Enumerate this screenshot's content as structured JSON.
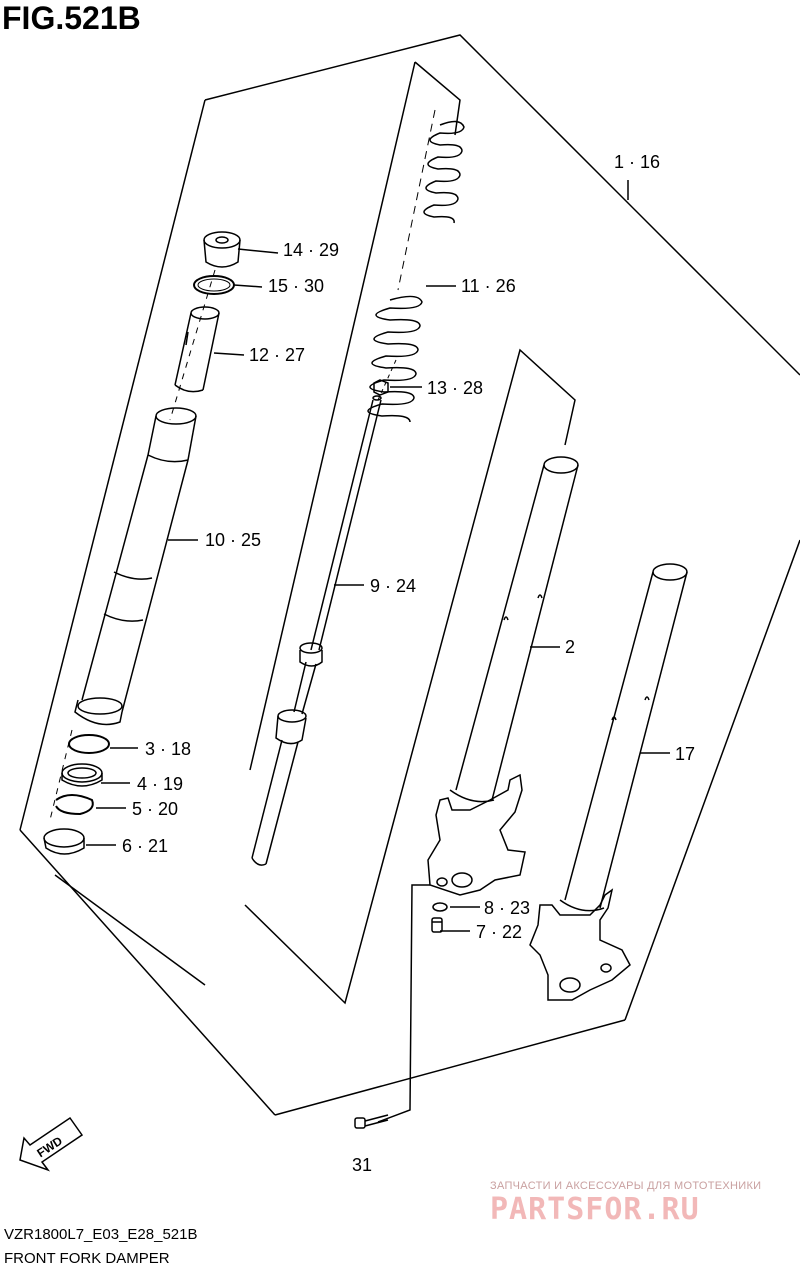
{
  "figure": {
    "title": "FIG.521B",
    "model_code": "VZR1800L7_E03_E28_521B",
    "caption": "FRONT FORK DAMPER",
    "fwd_label": "FWD"
  },
  "callouts": [
    {
      "id": "callout-1-16",
      "text": "1 · 16"
    },
    {
      "id": "callout-14-29",
      "text": "14 · 29"
    },
    {
      "id": "callout-15-30",
      "text": "15 · 30"
    },
    {
      "id": "callout-12-27",
      "text": "12 · 27"
    },
    {
      "id": "callout-11-26",
      "text": "11 · 26"
    },
    {
      "id": "callout-13-28",
      "text": "13 · 28"
    },
    {
      "id": "callout-10-25",
      "text": "10 · 25"
    },
    {
      "id": "callout-9-24",
      "text": "9 · 24"
    },
    {
      "id": "callout-2",
      "text": "2"
    },
    {
      "id": "callout-17",
      "text": "17"
    },
    {
      "id": "callout-3-18",
      "text": "3 · 18"
    },
    {
      "id": "callout-4-19",
      "text": "4 · 19"
    },
    {
      "id": "callout-5-20",
      "text": "5 · 20"
    },
    {
      "id": "callout-6-21",
      "text": "6 · 21"
    },
    {
      "id": "callout-8-23",
      "text": "8 · 23"
    },
    {
      "id": "callout-7-22",
      "text": "7 · 22"
    },
    {
      "id": "callout-31",
      "text": "31"
    }
  ],
  "watermark": {
    "top": "ЗАПЧАСТИ И АКСЕССУАРЫ ДЛЯ МОТОТЕХНИКИ",
    "main": "PARTSFOR.RU"
  }
}
